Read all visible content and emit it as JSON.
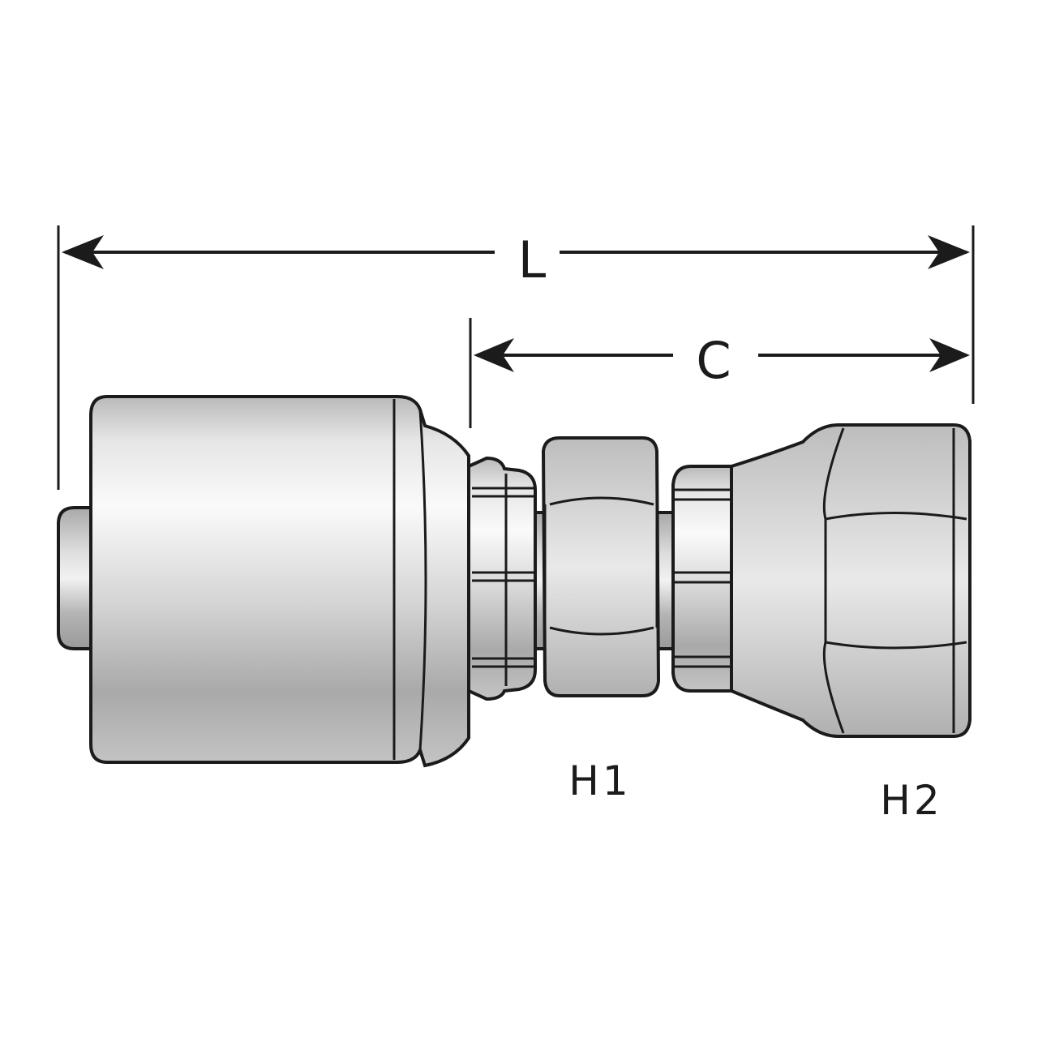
{
  "diagram": {
    "dimensions": {
      "overall_length": "L",
      "center_to_end": "C"
    },
    "hex_labels": {
      "h1": "H1",
      "h2": "H2"
    },
    "colors": {
      "outline": "#1b1b1b",
      "steel_light": "#f4f4f4",
      "steel_mid": "#c8c8c8",
      "steel_dark": "#9a9a9a"
    }
  }
}
